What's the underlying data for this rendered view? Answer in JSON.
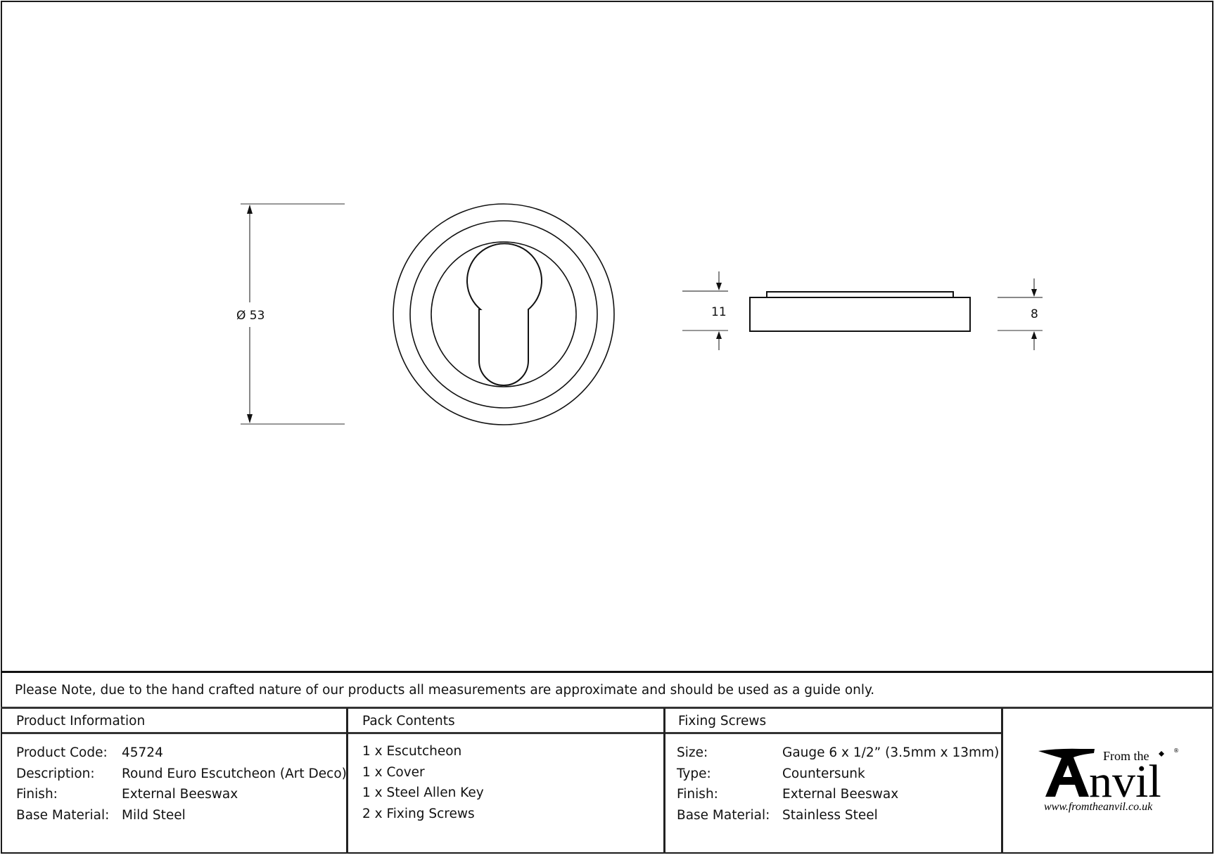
{
  "drawing": {
    "front_view": {
      "diameter_label": "Ø 53"
    },
    "side_view": {
      "total_height_label": "11",
      "base_height_label": "8"
    }
  },
  "note": {
    "text": "Please Note, due to the hand crafted nature of our products all measurements are approximate and should be used as a guide only."
  },
  "product_information": {
    "heading": "Product Information",
    "rows": [
      {
        "label": "Product Code:",
        "value": "45724"
      },
      {
        "label": "Description:",
        "value": "Round Euro Escutcheon (Art Deco)"
      },
      {
        "label": "Finish:",
        "value": "External Beeswax"
      },
      {
        "label": "Base Material:",
        "value": "Mild Steel"
      }
    ]
  },
  "pack_contents": {
    "heading": "Pack Contents",
    "items": [
      "1 x Escutcheon",
      "1 x Cover",
      "1 x Steel Allen Key",
      "2 x Fixing Screws"
    ]
  },
  "fixing_screws": {
    "heading": "Fixing Screws",
    "rows": [
      {
        "label": "Size:",
        "value": "Gauge 6 x 1/2” (3.5mm x 13mm)"
      },
      {
        "label": "Type:",
        "value": "Countersunk"
      },
      {
        "label": "Finish:",
        "value": "External Beeswax"
      },
      {
        "label": "Base Material:",
        "value": "Stainless Steel"
      }
    ]
  },
  "logo": {
    "from_the": "From the",
    "brand_rest": "nvil",
    "brand_initial": "A",
    "registered": "®",
    "website": "www.fromtheanvil.co.uk"
  }
}
